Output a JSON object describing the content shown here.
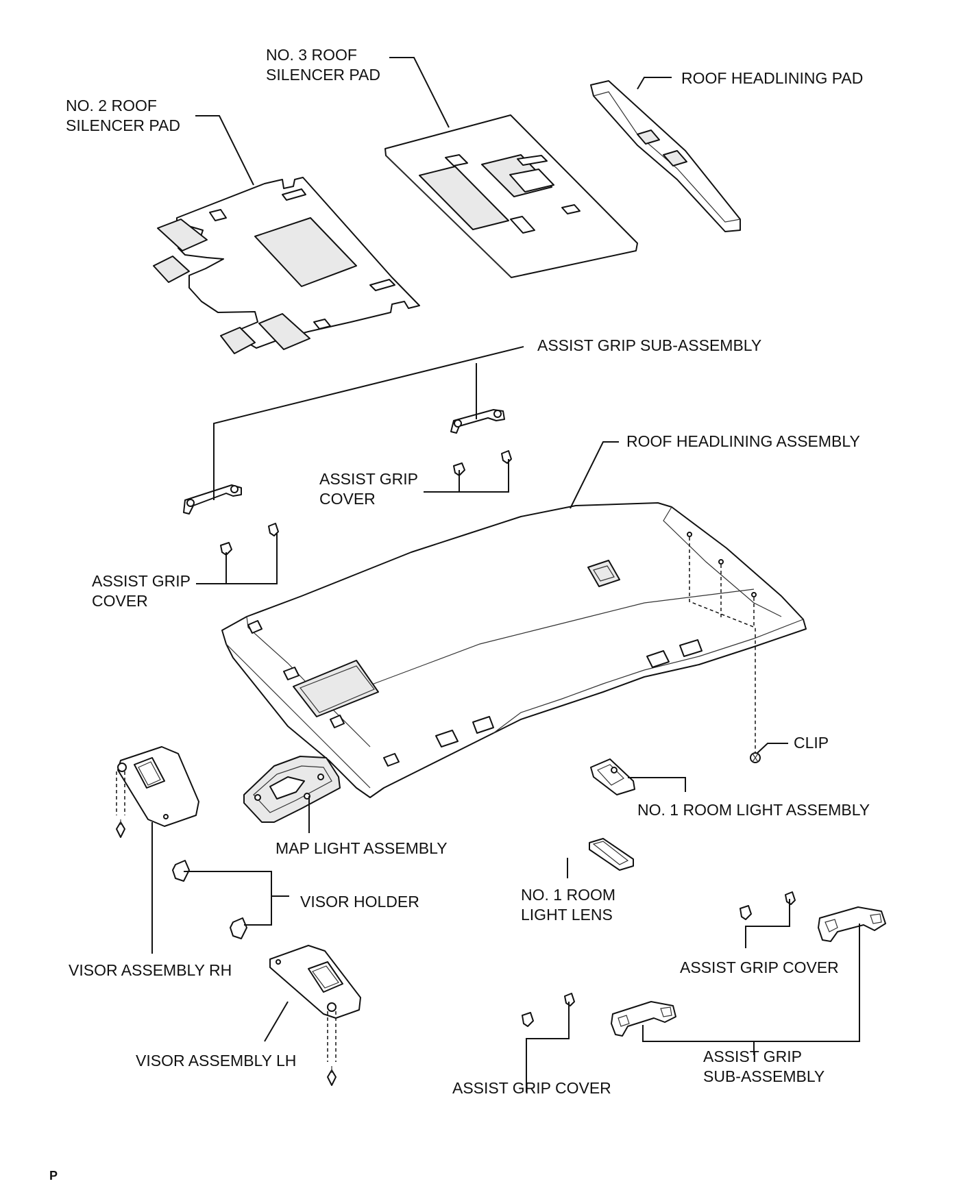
{
  "labels": {
    "no3_roof_silencer_pad": [
      "NO. 3 ROOF",
      "SILENCER PAD"
    ],
    "no2_roof_silencer_pad": [
      "NO. 2 ROOF",
      "SILENCER PAD"
    ],
    "roof_headlining_pad": "ROOF HEADLINING PAD",
    "assist_grip_sub_assembly_top": "ASSIST GRIP SUB-ASSEMBLY",
    "roof_headlining_assembly": "ROOF HEADLINING ASSEMBLY",
    "assist_grip_cover_upper": [
      "ASSIST GRIP",
      "COVER"
    ],
    "assist_grip_cover_left": [
      "ASSIST GRIP",
      "COVER"
    ],
    "clip": "CLIP",
    "no1_room_light_assembly": "NO. 1 ROOM LIGHT ASSEMBLY",
    "map_light_assembly": "MAP LIGHT ASSEMBLY",
    "no1_room_light_lens": [
      "NO. 1 ROOM",
      "LIGHT LENS"
    ],
    "visor_holder": "VISOR HOLDER",
    "visor_assembly_rh": "VISOR ASSEMBLY RH",
    "assist_grip_cover_right": "ASSIST GRIP COVER",
    "visor_assembly_lh": "VISOR ASSEMBLY LH",
    "assist_grip_sub_assembly_bottom": [
      "ASSIST GRIP",
      "SUB-ASSEMBLY"
    ],
    "assist_grip_cover_bottom": "ASSIST GRIP COVER"
  },
  "corner_mark": "P"
}
